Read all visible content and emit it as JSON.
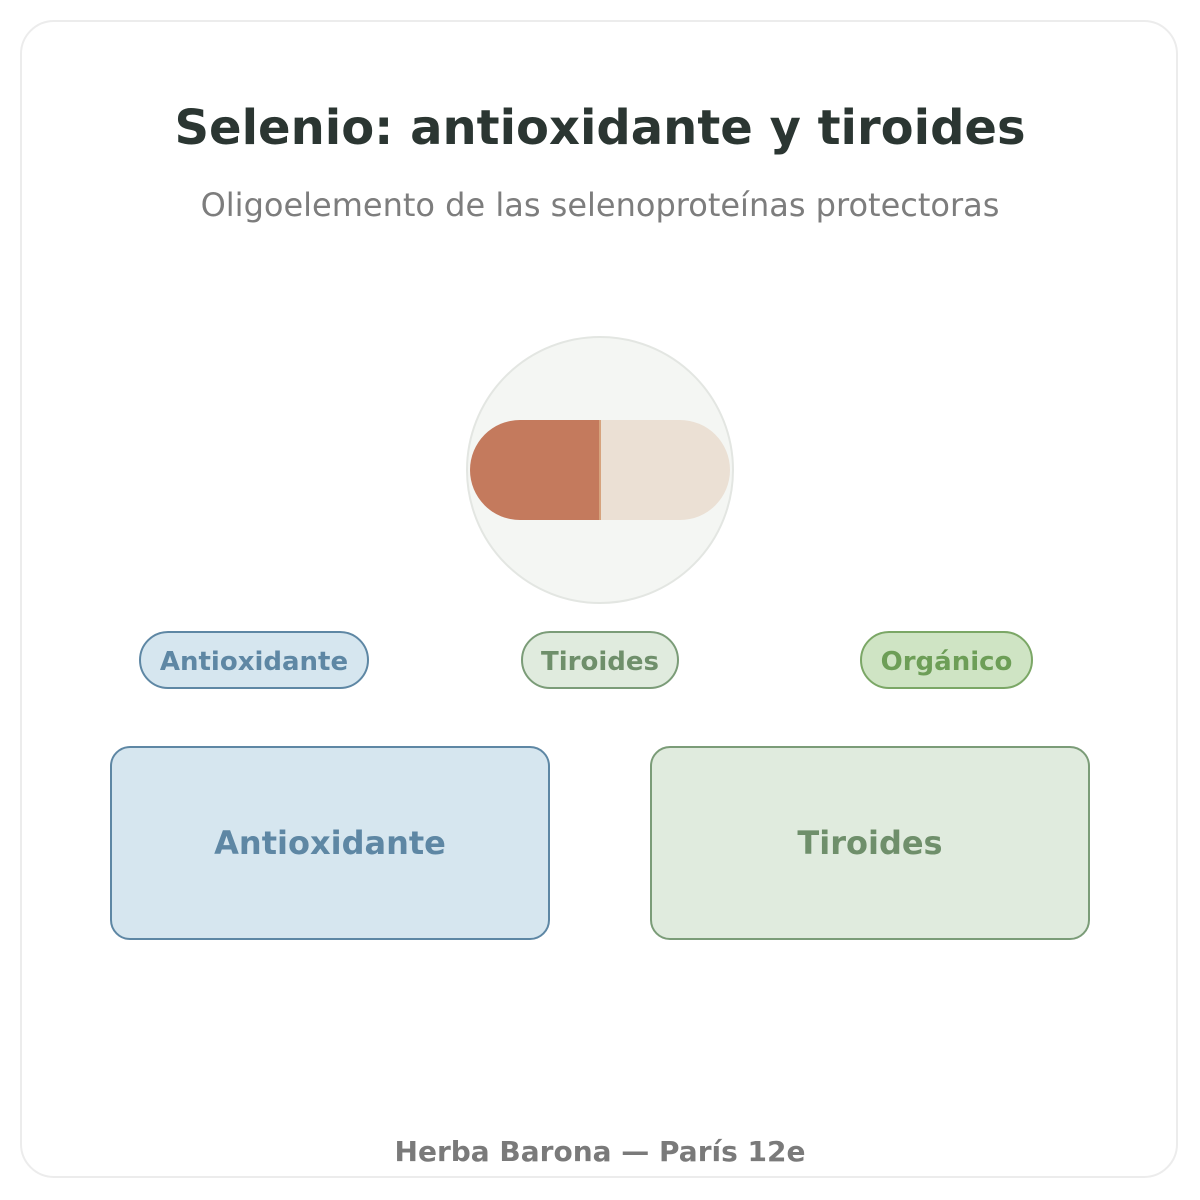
{
  "header": {
    "title": "Selenio: antioxidante y tiroides",
    "subtitle": "Oligoelemento de las selenoproteínas protectoras"
  },
  "illustration": {
    "icon": "capsule-icon",
    "colors": {
      "left_half": "#c47a5d",
      "right_half": "#ebe0d4",
      "backdrop": "#f4f6f3"
    }
  },
  "tags": [
    {
      "label": "Antioxidante",
      "color": "#5e87a4"
    },
    {
      "label": "Tiroides",
      "color": "#6f8f6b"
    },
    {
      "label": "Orgánico",
      "color": "#6d9e57"
    }
  ],
  "panels": [
    {
      "label": "Antioxidante",
      "color": "#5e87a4"
    },
    {
      "label": "Tiroides",
      "color": "#6f8f6b"
    }
  ],
  "footer": {
    "text": "Herba Barona — París 12e"
  }
}
